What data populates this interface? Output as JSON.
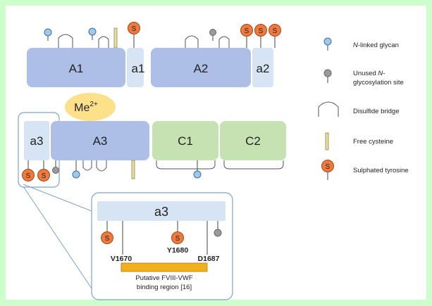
{
  "domains": {
    "A1": "A1",
    "a1": "a1",
    "A2": "A2",
    "a2": "a2",
    "a3": "a3",
    "A3": "A3",
    "C1": "C1",
    "C2": "C2",
    "zoom_a3": "a3"
  },
  "metal_ion": {
    "base": "Me",
    "superscript": "2+"
  },
  "tyrosine_mark": "S",
  "residues": {
    "left": "V1670",
    "middle": "Y1680",
    "right": "D1687"
  },
  "binding_region": {
    "line1": "Putative FVIII-VWF",
    "line2": "binding region [16]"
  },
  "legend": {
    "glycan": {
      "italic": "N",
      "rest": "-linked glycan"
    },
    "unused": {
      "line1_prefix": "Unused ",
      "line1_italic": "N",
      "line1_suffix": "-",
      "line2": "glycosylation site"
    },
    "disulfide": "Disulfide bridge",
    "cysteine": "Free cysteine",
    "tyrosine": "Sulphated tyrosine"
  },
  "colors": {
    "page_background": "#ccffcc",
    "panel_background": "#ffffff",
    "heavy_domain": "#adbfe6",
    "acidic_domain": "#d7e4f4",
    "c_domain": "#c6e2b3",
    "metal_ion": "#fde08a",
    "glycan": "#9ec9ec",
    "unused_site": "#9a9a9a",
    "free_cysteine": "#e9df9d",
    "sulphated_tyrosine": "#ee7a3d",
    "binding_bar": "#f2b01e",
    "panel_border": "#7ea5bf"
  }
}
